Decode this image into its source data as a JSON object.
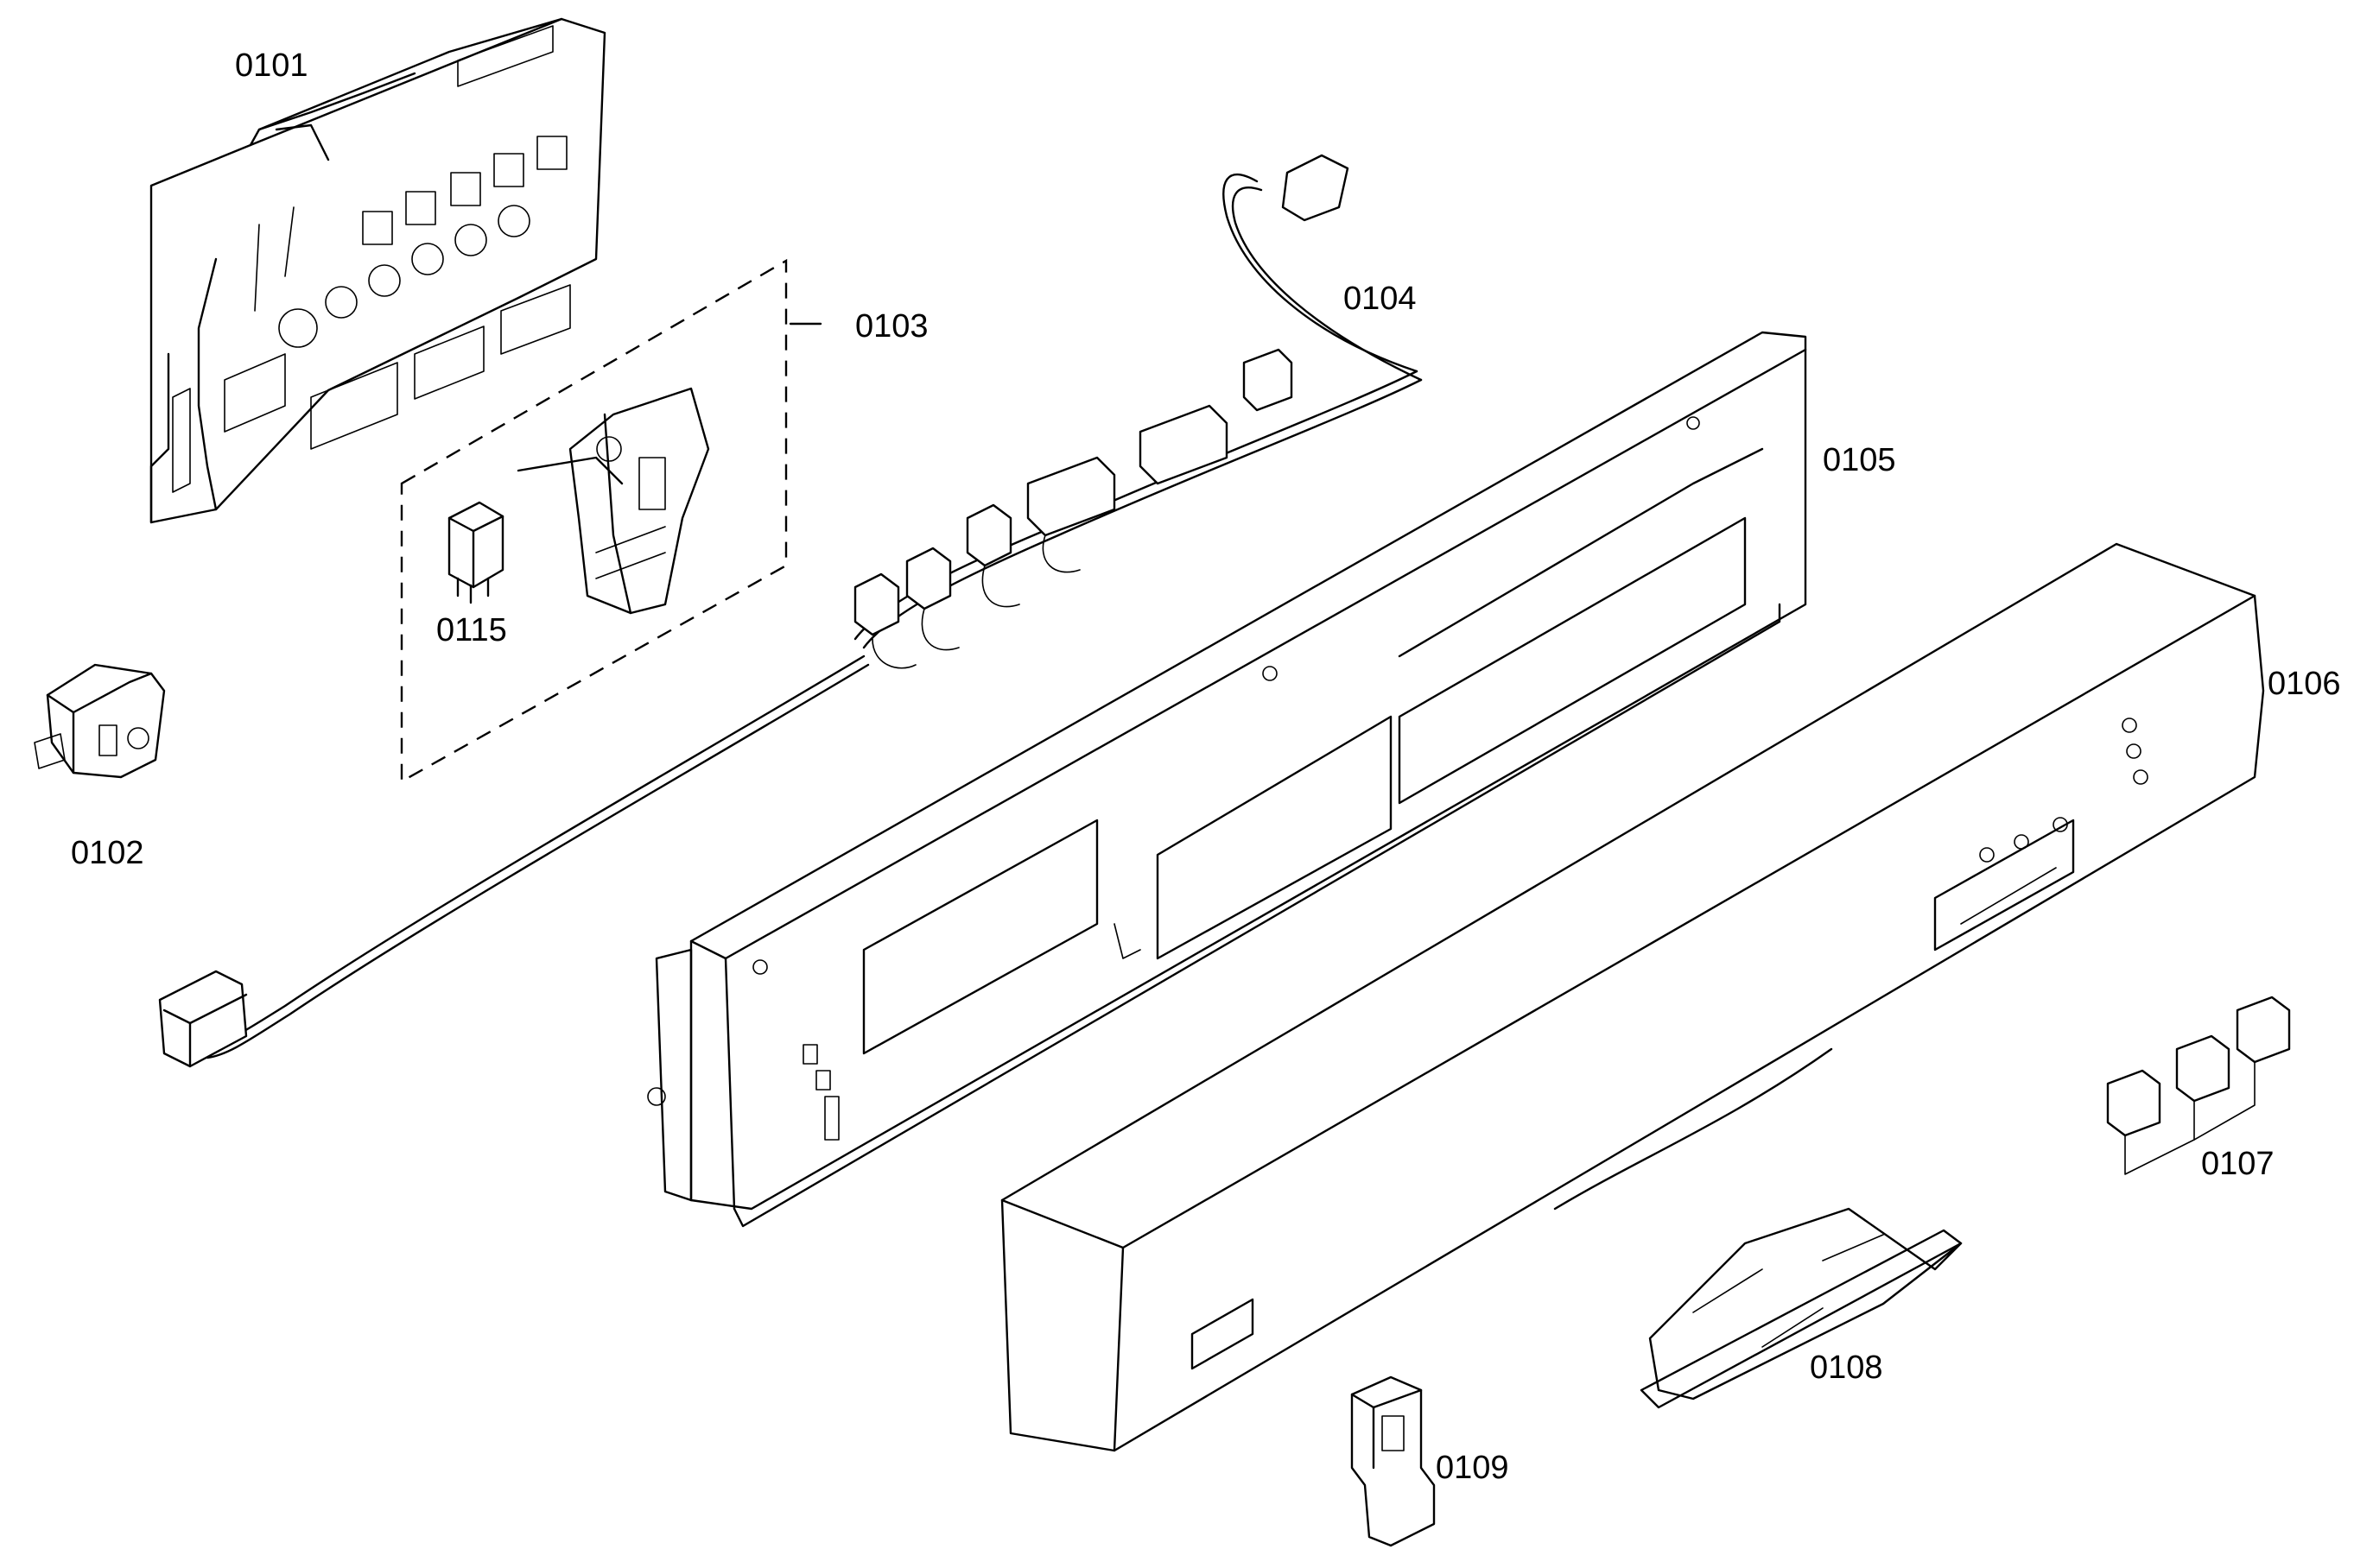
{
  "diagram": {
    "parts": [
      {
        "id": "0101",
        "label": "0101"
      },
      {
        "id": "0102",
        "label": "0102"
      },
      {
        "id": "0103",
        "label": "0103"
      },
      {
        "id": "0104",
        "label": "0104"
      },
      {
        "id": "0105",
        "label": "0105"
      },
      {
        "id": "0106",
        "label": "0106"
      },
      {
        "id": "0107",
        "label": "0107"
      },
      {
        "id": "0108",
        "label": "0108"
      },
      {
        "id": "0109",
        "label": "0109"
      },
      {
        "id": "0115",
        "label": "0115"
      }
    ]
  }
}
